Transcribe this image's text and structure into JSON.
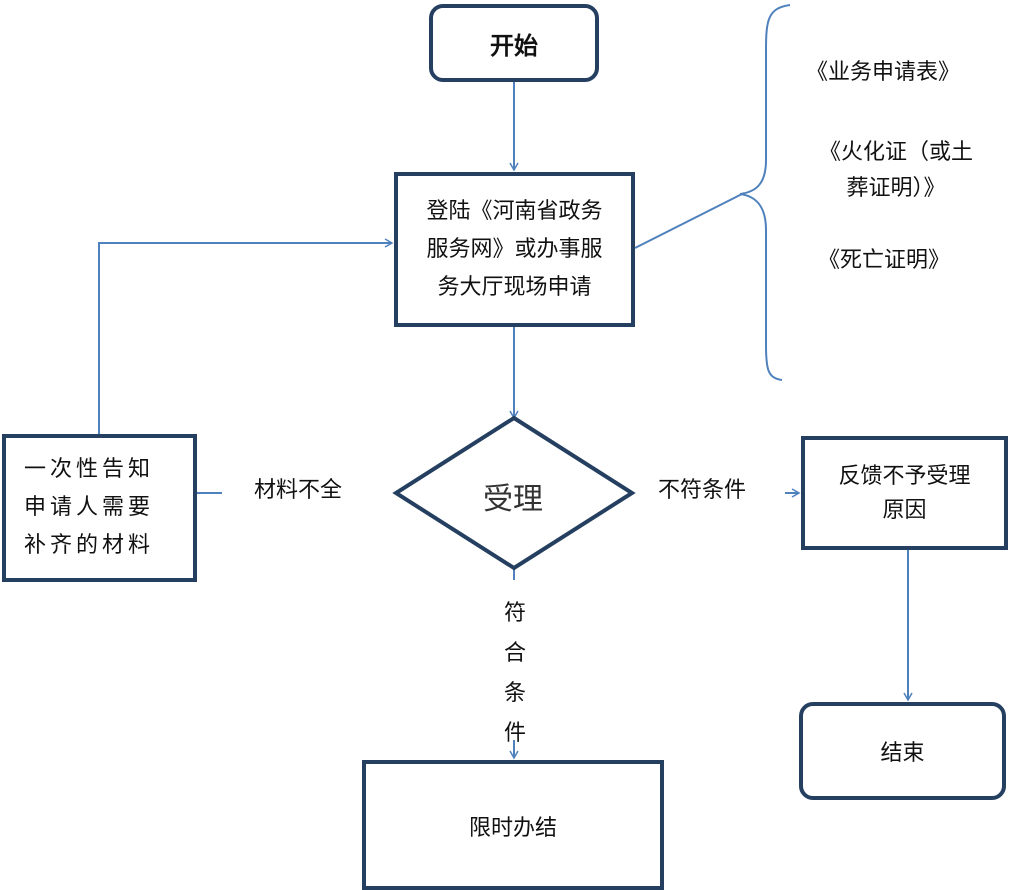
{
  "diagram": {
    "nodes": {
      "start": "开始",
      "apply": "登陆《河南省政务\n服务网》或办事服\n务大厅现场申请",
      "decision": "受理",
      "notice": "一次性告知\n申请人需要\n补齐的材料",
      "feedback": "反馈不予受理\n原因",
      "end": "结束",
      "done": "限时办结"
    },
    "edge_labels": {
      "incomplete": "材料不全",
      "ineligible": "不符条件",
      "eligible": "符\n合\n条\n件"
    },
    "required_documents": [
      "《业务申请表》",
      "《火化证（或土\n葬证明）》",
      "《死亡证明》"
    ],
    "colors": {
      "node_border": "#243f60",
      "connector": "#4f81bd",
      "text": "#111111"
    }
  }
}
